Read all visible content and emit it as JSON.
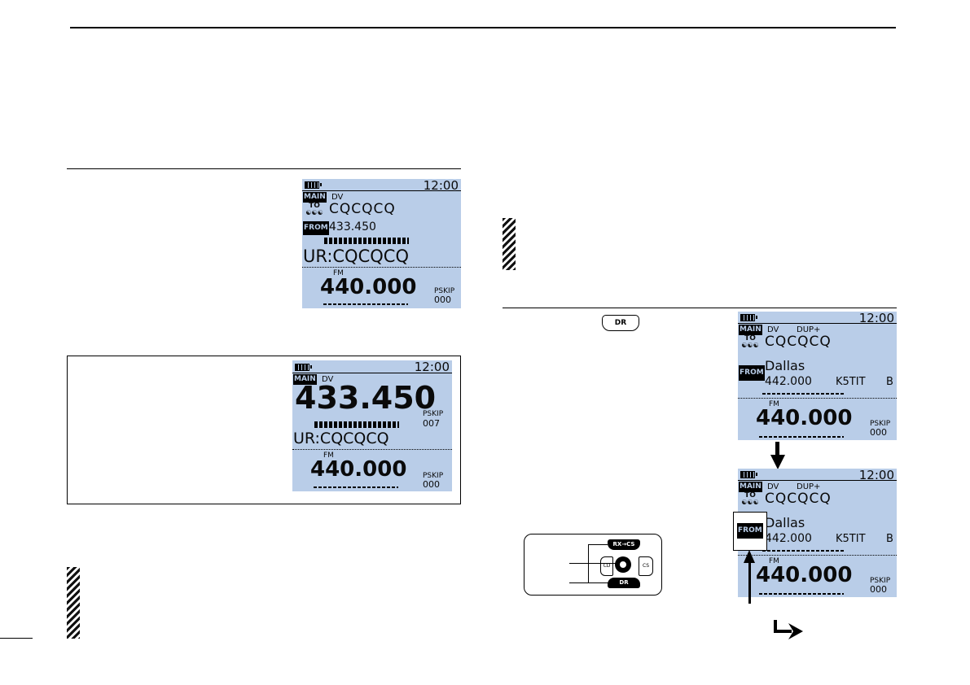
{
  "screens": {
    "time": "12:00",
    "main_tag": "MAIN",
    "mode_dv": "DV",
    "mode_dup": "DUP+",
    "to_tag": "TO",
    "from_tag": "FROM",
    "cq": "CQCQCQ",
    "ur_line": "UR:CQCQCQ",
    "freq_433": "433.450",
    "freq_440": "440.000",
    "freq_442": "442.000",
    "fm": "FM",
    "pskip": "PSKIP",
    "mem_000": "000",
    "mem_007": "007",
    "repeater_name": "Dallas",
    "callsign": "K5TIT",
    "band_letter": "B"
  },
  "button_label": "DR",
  "keypad": {
    "top_key": "RX→CS",
    "bottom_key": "DR",
    "left_key": "CD",
    "right_key": "CS"
  },
  "colors": {
    "lcd_background": "#b9cde8",
    "ink": "#000000"
  }
}
